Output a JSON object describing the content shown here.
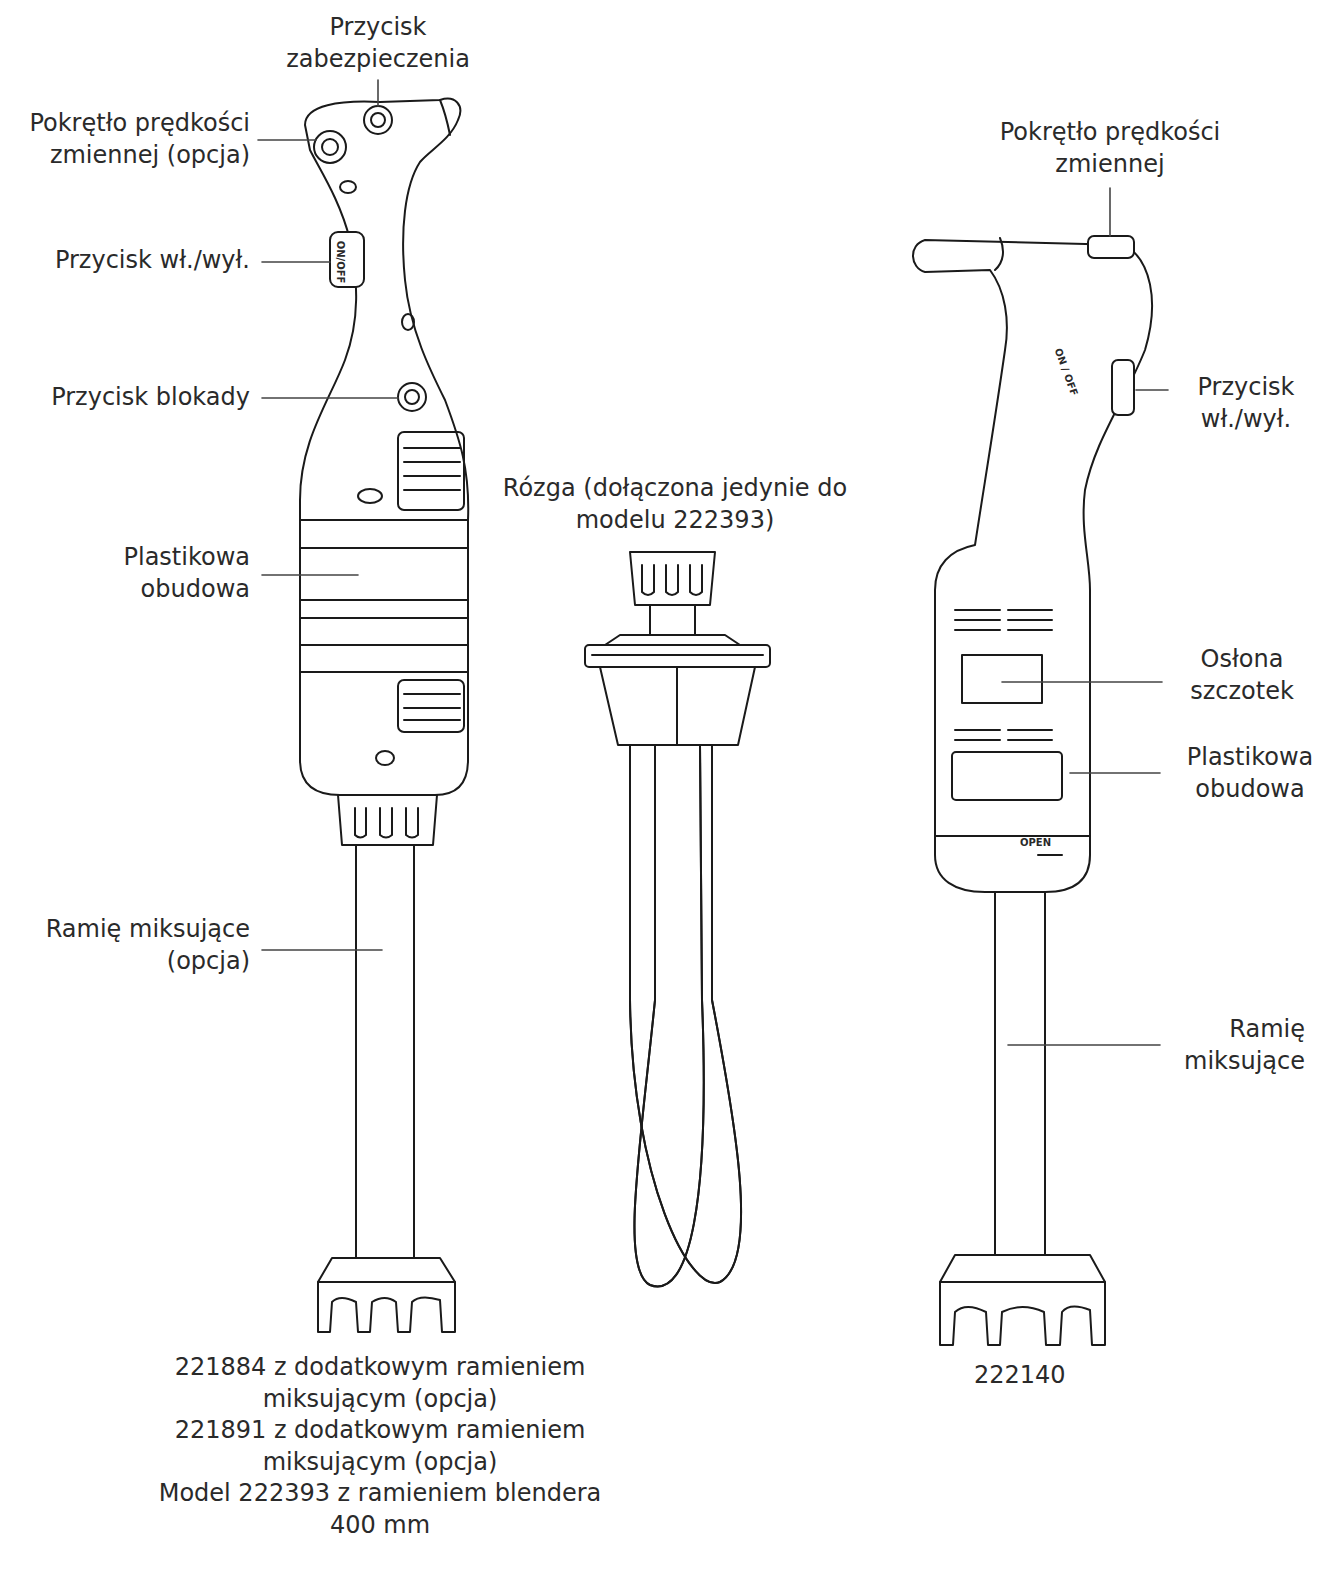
{
  "diagram": {
    "labels": [
      "Przycisk zabezpieczenia",
      "Pokrętło prędkości zmiennej (opcja)",
      "Przycisk wł./wył.",
      "Przycisk blokady",
      "Plastikowa obudowa",
      "Ramię miksujące (opcja)",
      "Rózga (dołączona jedynie do modelu 222393)",
      "Pokrętło prędkości zmiennej",
      "Przycisk wł./wył.",
      "Osłona szczotek",
      "Plastikowa obudowa",
      "Ramię miksujące",
      "221884 z dodatkowym ramieniem miksującym (opcja)",
      "221891 z dodatkowym ramieniem miksującym (opcja)",
      "Model 222393 z ramieniem blendera 400 mm",
      "222140",
      "ON/OFF",
      "ON / OFF",
      "OPEN"
    ]
  }
}
